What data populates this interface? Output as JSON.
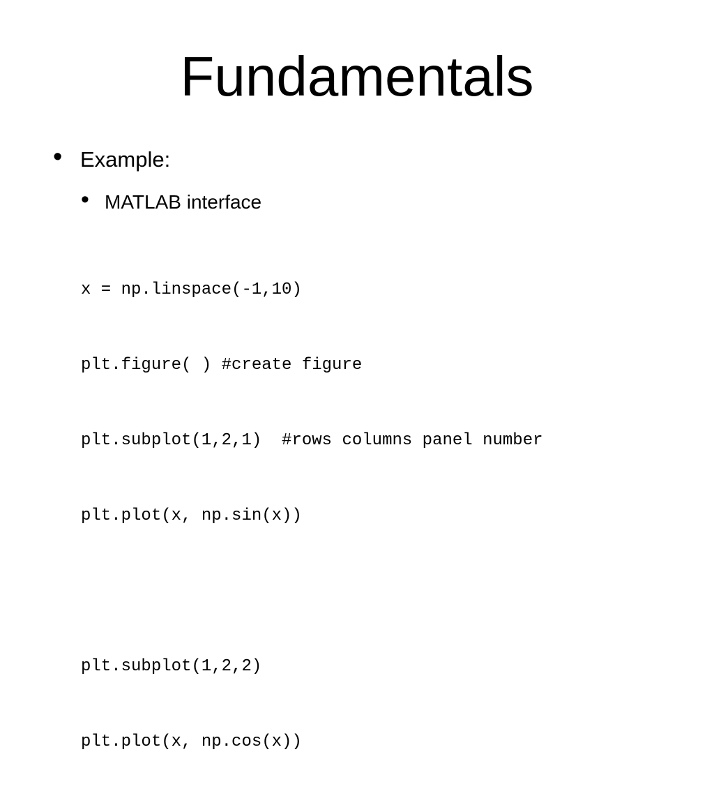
{
  "slide": {
    "title": "Fundamentals",
    "bullets": [
      {
        "label": "Example:"
      },
      {
        "label": "MATLAB interface"
      }
    ],
    "code_lines": [
      "x = np.linspace(-1,10)",
      "plt.figure( ) #create figure",
      "plt.subplot(1,2,1)  #rows columns panel number",
      "plt.plot(x, np.sin(x))",
      "",
      "plt.subplot(1,2,2)",
      "plt.plot(x, np.cos(x))"
    ]
  },
  "glyphs": {
    "bullet": "•"
  }
}
